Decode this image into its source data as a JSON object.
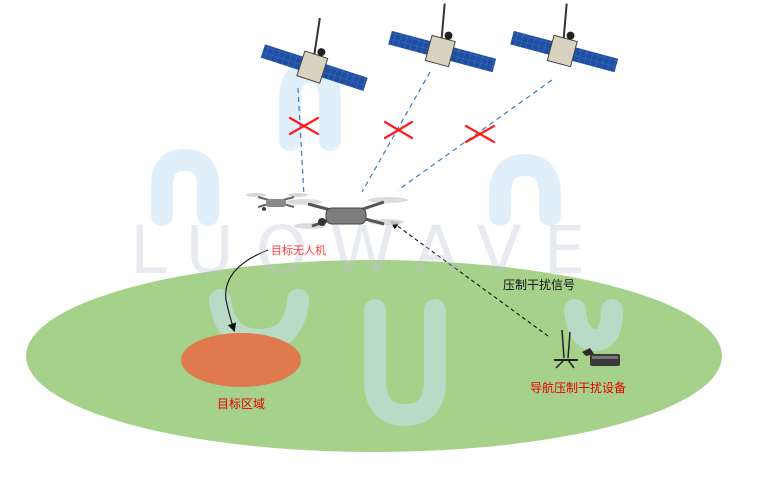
{
  "labels": {
    "target_drone": "目标无人机",
    "target_area": "目标区域",
    "jamming_signal": "压制干扰信号",
    "jamming_device": "导航压制干扰设备"
  },
  "watermark": "LUOWAVE",
  "colors": {
    "ground": "#a6d18a",
    "target_area": "#e07a4e",
    "label_red": "#e60000",
    "link_blue": "#3a78c8",
    "block_cross": "#ff1a1a",
    "solar_panel": "#1f4fa3"
  }
}
